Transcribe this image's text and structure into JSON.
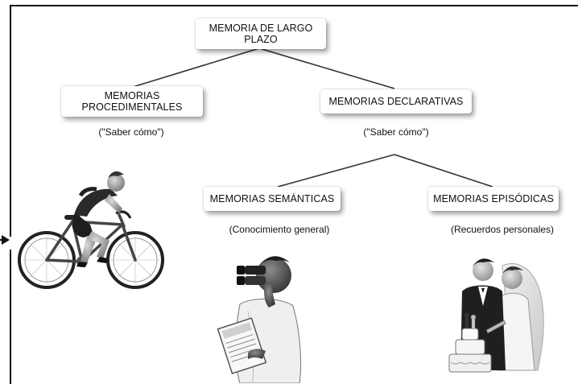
{
  "root": {
    "label": "MEMORIA DE LARGO\nPLAZO"
  },
  "procedural": {
    "label": "MEMORIAS\nPROCEDIMENTALES",
    "note": "(\"Saber cómo\")"
  },
  "declarative": {
    "label": "MEMORIAS DECLARATIVAS",
    "note": "(\"Saber cómo\")"
  },
  "semantic": {
    "label": "MEMORIAS SEMÁNTICAS",
    "note": "(Conocimiento general)"
  },
  "episodic": {
    "label": "MEMORIAS EPISÓDICAS",
    "note": "(Recuerdos personales)"
  },
  "illustrations": {
    "procedural": "cyclist-icon",
    "semantic": "binoculars-reader-icon",
    "episodic": "wedding-couple-icon"
  }
}
